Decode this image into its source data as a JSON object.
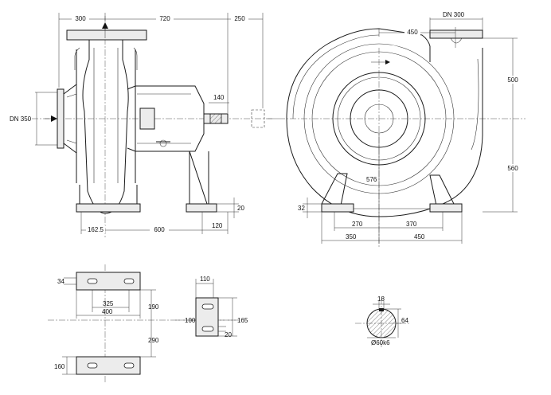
{
  "side_view": {
    "dims": {
      "d300": "300",
      "d720": "720",
      "d250": "250",
      "dn350": "DN 350",
      "d140": "140",
      "d20": "20",
      "d162_5": "162.5",
      "d600": "600",
      "d120": "120"
    }
  },
  "front_view": {
    "dims": {
      "dn300": "DN 300",
      "d450_top": "450",
      "d500": "500",
      "d560": "560",
      "d576": "576",
      "d32": "32",
      "d270": "270",
      "d370": "370",
      "d350": "350",
      "d450_bottom": "450"
    }
  },
  "foot_plan": {
    "dims": {
      "d34": "34",
      "d325": "325",
      "d400": "400",
      "d190": "190",
      "d290": "290",
      "d160": "160"
    }
  },
  "foot_side": {
    "dims": {
      "d110": "110",
      "d100": "100",
      "d165": "165",
      "d20": "20"
    }
  },
  "shaft_section": {
    "dims": {
      "d18": "18",
      "d64": "64",
      "dia": "Ø60k6"
    }
  }
}
